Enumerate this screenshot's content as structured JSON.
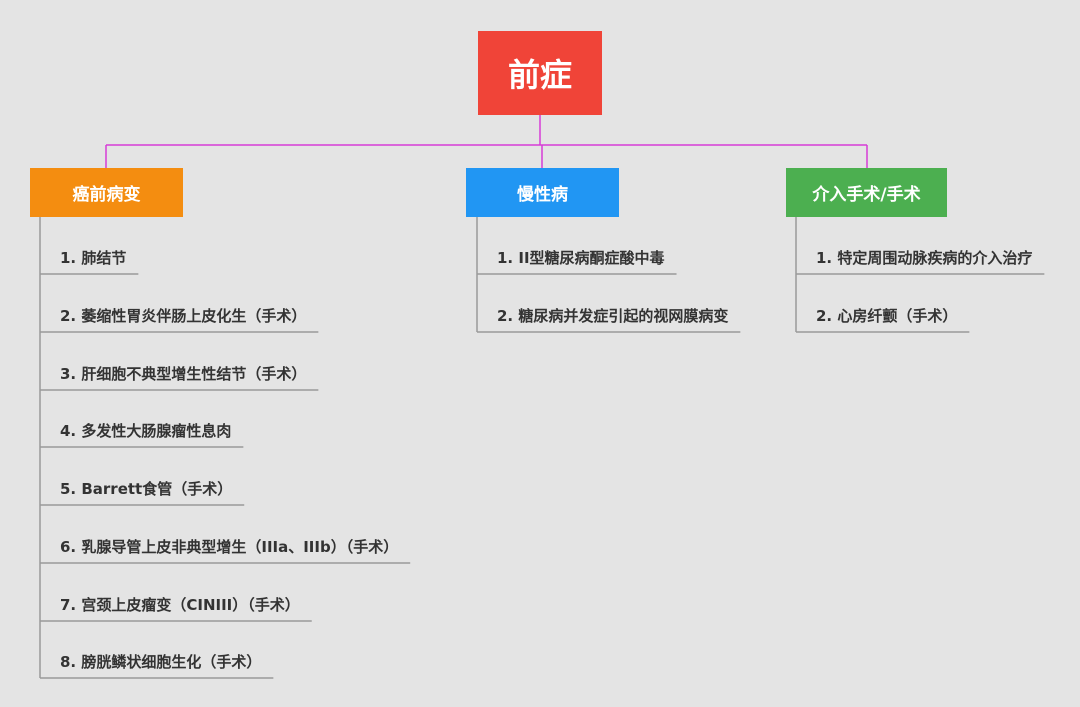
{
  "root": {
    "label": "前症",
    "color": "#f04438"
  },
  "branches": [
    {
      "label": "癌前病变",
      "color": "#f48d10",
      "items": [
        "1. 肺结节",
        "2. 萎缩性胃炎伴肠上皮化生（手术）",
        "3. 肝细胞不典型增生性结节（手术）",
        "4. 多发性大肠腺瘤性息肉",
        "5. Barrett食管（手术）",
        "6. 乳腺导管上皮非典型增生（IIIa、IIIb）（手术）",
        "7. 宫颈上皮瘤变（CINIII）（手术）",
        "8. 膀胱鳞状细胞生化（手术）"
      ]
    },
    {
      "label": "慢性病",
      "color": "#2196f3",
      "items": [
        "1. II型糖尿病酮症酸中毒",
        "2. 糖尿病并发症引起的视网膜病变"
      ]
    },
    {
      "label": "介入手术/手术",
      "color": "#4caf50",
      "items": [
        "1. 特定周围动脉疾病的介入治疗",
        "2. 心房纤颤（手术）"
      ]
    }
  ],
  "colors": {
    "connector": "#d63cd6",
    "bracket": "#9a9a9a"
  }
}
